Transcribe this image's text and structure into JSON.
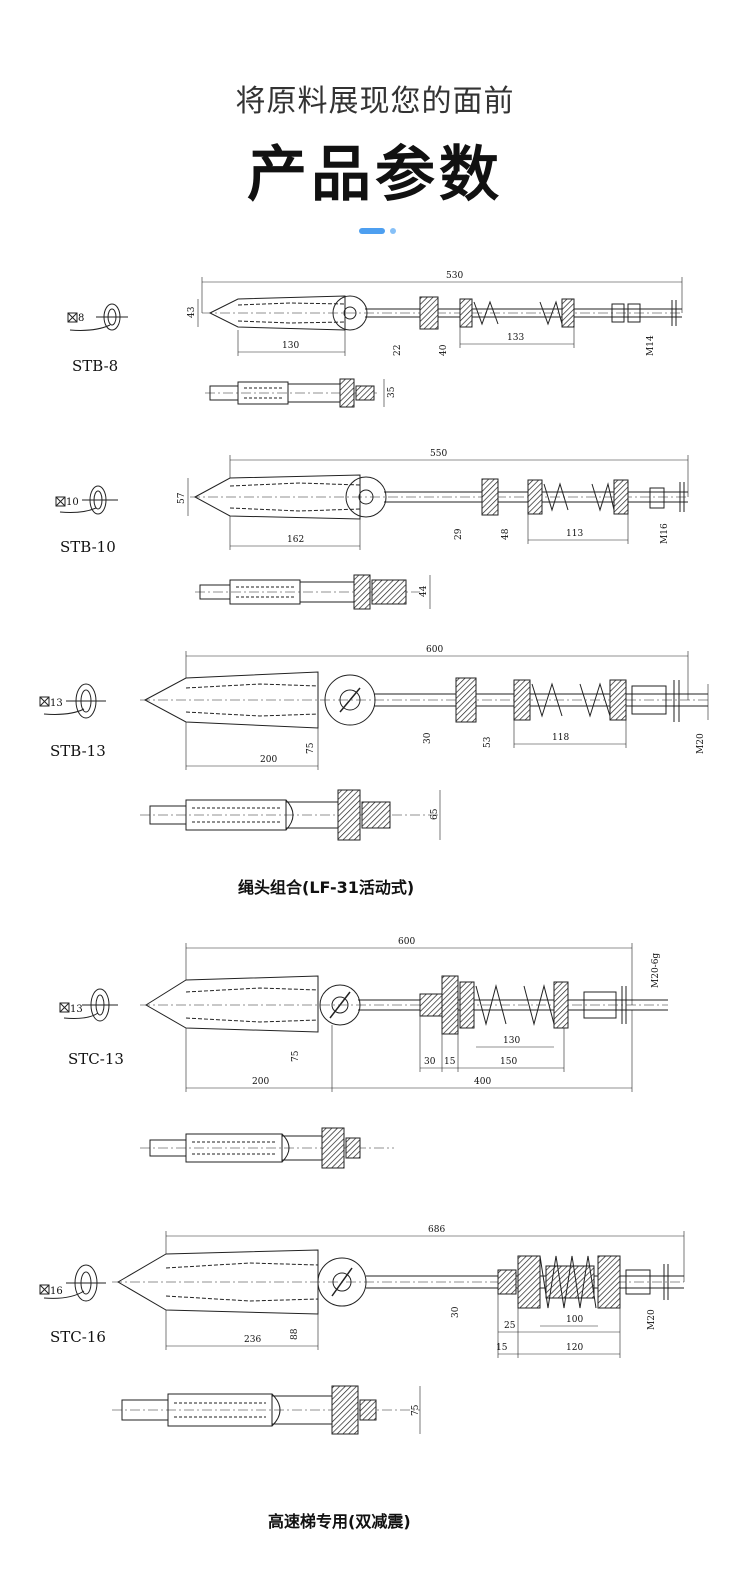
{
  "header": {
    "subtitle": "将原料展现您的面前",
    "title": "产品参数"
  },
  "models": [
    {
      "name": "STB-8",
      "section": "8",
      "dims": {
        "total": "530",
        "width": "43",
        "body": "130",
        "sq1": "22",
        "sq2": "40",
        "spring": "133",
        "thread": "M14",
        "side": "35"
      }
    },
    {
      "name": "STB-10",
      "section": "10",
      "dims": {
        "total": "550",
        "width": "57",
        "body": "162",
        "sq1": "29",
        "sq2": "48",
        "spring": "113",
        "thread": "M16",
        "side": "44"
      }
    },
    {
      "name": "STB-13",
      "section": "13",
      "dims": {
        "total": "600",
        "width": "75",
        "body": "200",
        "sq1": "30",
        "sq2": "53",
        "spring": "118",
        "thread": "M20",
        "side": "65"
      }
    },
    {
      "name": "STC-13",
      "section": "13",
      "dims": {
        "total": "600",
        "width": "75",
        "body": "200",
        "rest": "400",
        "d30": "30",
        "d15": "15",
        "d150": "150",
        "d130": "130",
        "thread": "M20-6g"
      }
    },
    {
      "name": "STC-16",
      "section": "16",
      "dims": {
        "total": "686",
        "width": "88",
        "body": "236",
        "sq1": "30",
        "d25": "25",
        "d100": "100",
        "d15": "15",
        "d120": "120",
        "thread": "M20",
        "side": "75"
      }
    }
  ],
  "captions": {
    "group1": "绳头组合(LF-31活动式)",
    "group2": "高速梯专用(双减震)"
  },
  "colors": {
    "accent": "#4d9ff0",
    "accent_light": "#86c0f7",
    "line": "#222222"
  }
}
